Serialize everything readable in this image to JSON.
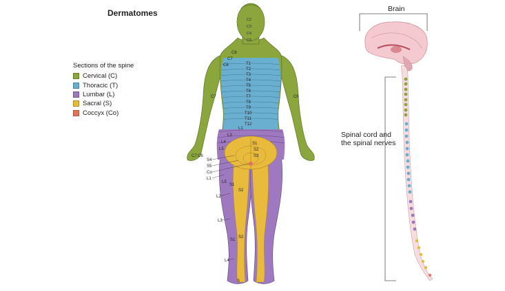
{
  "title": "Dermatomes",
  "legend": {
    "heading": "Sections of the spine",
    "items": [
      {
        "label": "Cervical (C)",
        "color": "#8aa63c"
      },
      {
        "label": "Thoracic (T)",
        "color": "#6aaed0"
      },
      {
        "label": "Lumbar (L)",
        "color": "#9f79bf"
      },
      {
        "label": "Sacral (S)",
        "color": "#e8bb3c"
      },
      {
        "label": "Coccyx (Co)",
        "color": "#e6705a"
      }
    ]
  },
  "head_labels": [
    "C2",
    "C3",
    "C4",
    "C5"
  ],
  "shoulder_labels": [
    "C6",
    "C7",
    "C8"
  ],
  "spine_labels": [
    "T1",
    "T2",
    "T3",
    "T4",
    "T5",
    "T6",
    "T7",
    "T8",
    "T9",
    "T10",
    "T11",
    "T12"
  ],
  "arm_labels": {
    "left_upper": "C7",
    "left_hand_a": "C7",
    "left_hand_b": "C6",
    "right_upper": "C6"
  },
  "lower_labels": [
    "L1",
    "L3",
    "L4",
    "L5"
  ],
  "sacral_labels": [
    "S1",
    "S2",
    "S3"
  ],
  "side_labels": [
    "S4",
    "S5",
    "Co",
    "L1"
  ],
  "leg_labels": {
    "l5": "L5",
    "s1_thigh": "S1",
    "s2_thigh": "S2",
    "l2": "L2",
    "l3": "L3",
    "s1_calf": "S1",
    "s2_calf": "S2",
    "l4": "L4",
    "s_foot": "S"
  },
  "brain_label": "Brain",
  "cord_label": "Spinal cord and the spinal nerves"
}
